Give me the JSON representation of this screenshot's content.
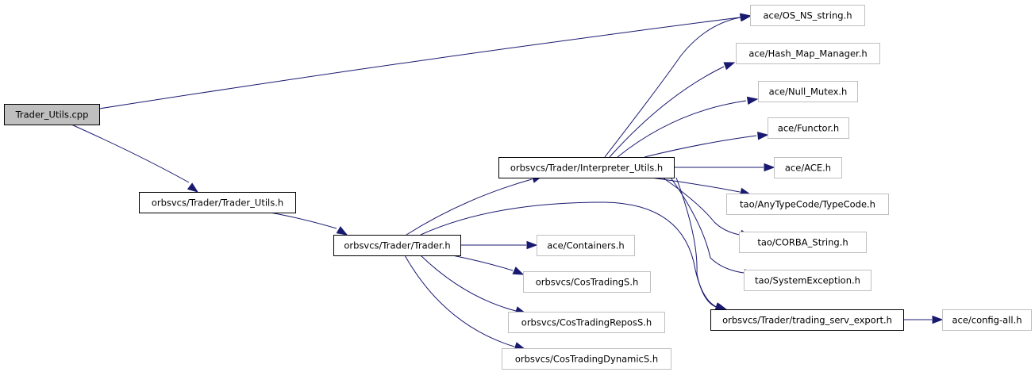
{
  "colors": {
    "edge": "#191970",
    "root_fill": "#bfbfbf",
    "root_border": "#000000",
    "documented_border": "#000000",
    "external_border": "#bfbfbf",
    "text": "#000000",
    "background": "#ffffff"
  },
  "nodes": [
    {
      "id": "n0",
      "label": "Trader_Utils.cpp",
      "kind": "root"
    },
    {
      "id": "n1",
      "label": "ace/OS_NS_string.h",
      "kind": "external"
    },
    {
      "id": "n2",
      "label": "orbsvcs/Trader/Trader_Utils.h",
      "kind": "documented"
    },
    {
      "id": "n3",
      "label": "orbsvcs/Trader/Trader.h",
      "kind": "documented"
    },
    {
      "id": "n4",
      "label": "ace/Containers.h",
      "kind": "external"
    },
    {
      "id": "n5",
      "label": "orbsvcs/CosTradingS.h",
      "kind": "external"
    },
    {
      "id": "n6",
      "label": "orbsvcs/CosTradingReposS.h",
      "kind": "external"
    },
    {
      "id": "n7",
      "label": "orbsvcs/CosTradingDynamicS.h",
      "kind": "external"
    },
    {
      "id": "n8",
      "label": "orbsvcs/Trader/Interpreter_Utils.h",
      "kind": "documented"
    },
    {
      "id": "n9",
      "label": "ace/Hash_Map_Manager.h",
      "kind": "external"
    },
    {
      "id": "n10",
      "label": "ace/Null_Mutex.h",
      "kind": "external"
    },
    {
      "id": "n11",
      "label": "ace/Functor.h",
      "kind": "external"
    },
    {
      "id": "n12",
      "label": "ace/ACE.h",
      "kind": "external"
    },
    {
      "id": "n13",
      "label": "tao/AnyTypeCode/TypeCode.h",
      "kind": "external"
    },
    {
      "id": "n14",
      "label": "tao/CORBA_String.h",
      "kind": "external"
    },
    {
      "id": "n15",
      "label": "tao/SystemException.h",
      "kind": "external"
    },
    {
      "id": "n16",
      "label": "orbsvcs/Trader/trading_serv_export.h",
      "kind": "documented"
    },
    {
      "id": "n17",
      "label": "ace/config-all.h",
      "kind": "external"
    }
  ],
  "edges": [
    {
      "id": "e0",
      "from": "n0",
      "to": "n1"
    },
    {
      "id": "e1",
      "from": "n0",
      "to": "n2"
    },
    {
      "id": "e2",
      "from": "n2",
      "to": "n3"
    },
    {
      "id": "e3",
      "from": "n3",
      "to": "n4"
    },
    {
      "id": "e4",
      "from": "n3",
      "to": "n5"
    },
    {
      "id": "e5",
      "from": "n3",
      "to": "n6"
    },
    {
      "id": "e6",
      "from": "n3",
      "to": "n7"
    },
    {
      "id": "e7",
      "from": "n3",
      "to": "n8"
    },
    {
      "id": "e8",
      "from": "n3",
      "to": "n16"
    },
    {
      "id": "e9",
      "from": "n8",
      "to": "n1"
    },
    {
      "id": "e10",
      "from": "n8",
      "to": "n9"
    },
    {
      "id": "e11",
      "from": "n8",
      "to": "n10"
    },
    {
      "id": "e12",
      "from": "n8",
      "to": "n11"
    },
    {
      "id": "e13",
      "from": "n8",
      "to": "n12"
    },
    {
      "id": "e14",
      "from": "n8",
      "to": "n13"
    },
    {
      "id": "e15",
      "from": "n8",
      "to": "n14"
    },
    {
      "id": "e16",
      "from": "n8",
      "to": "n15"
    },
    {
      "id": "e17",
      "from": "n8",
      "to": "n16"
    },
    {
      "id": "e18",
      "from": "n16",
      "to": "n17"
    }
  ]
}
